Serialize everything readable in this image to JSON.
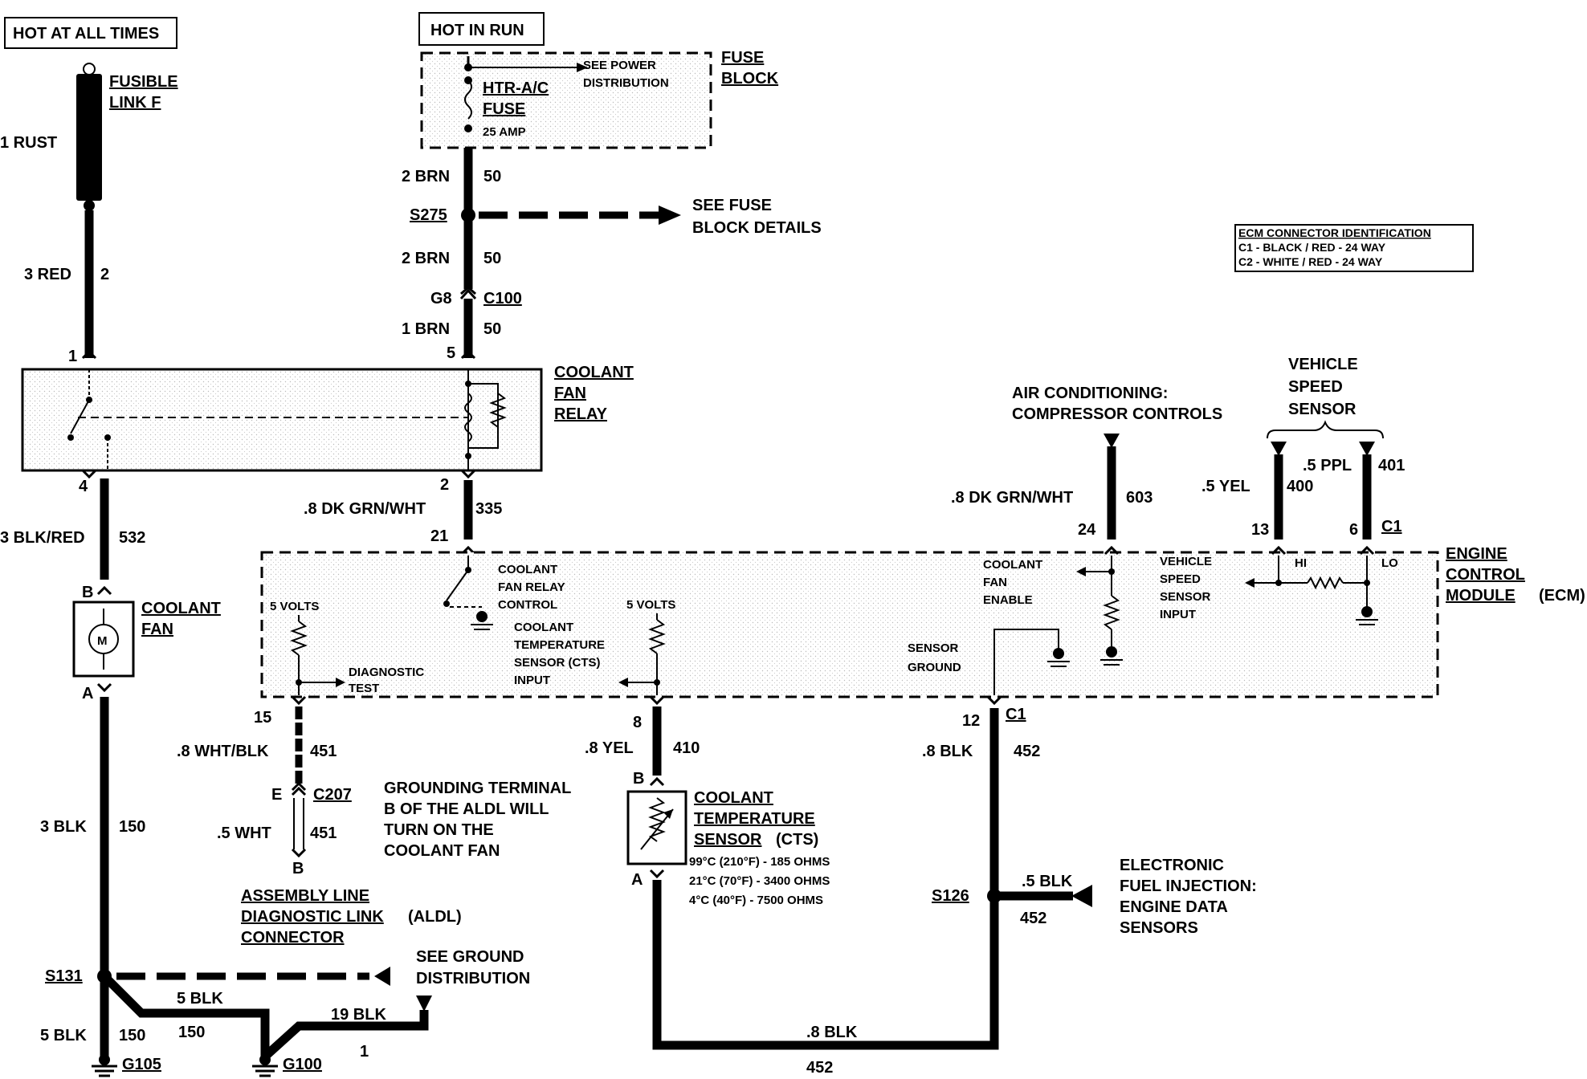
{
  "header": {
    "hot_at_all_times": "HOT AT ALL TIMES",
    "hot_in_run": "HOT IN RUN"
  },
  "fusible_link": {
    "name1": "FUSIBLE",
    "name2": "LINK F",
    "wire": "1 RUST"
  },
  "fuse_block": {
    "label1": "FUSE",
    "label2": "BLOCK",
    "see1": "SEE POWER",
    "see2": "DISTRIBUTION",
    "fuse1": "HTR-A/C",
    "fuse2": "FUSE",
    "amp": "25 AMP"
  },
  "wires": {
    "w2brn_a": "2 BRN",
    "c50_a": "50",
    "splice_s275": "S275",
    "see_fuse_1": "SEE FUSE",
    "see_fuse_2": "BLOCK DETAILS",
    "w2brn_b": "2 BRN",
    "c50_b": "50",
    "g8": "G8",
    "c100": "C100",
    "w1brn": "1 BRN",
    "c50_c": "50",
    "w3red": "3 RED",
    "c2": "2",
    "pin1": "1",
    "pin5": "5",
    "pin4": "4",
    "pin2": "2",
    "w3blkred": "3 BLK/RED",
    "c532": "532",
    "w8dkgrnwht": ".8 DK GRN/WHT",
    "c335": "335",
    "pin21": "21",
    "pin_b_fan": "B",
    "pin_a_fan": "A",
    "w3blk": "3 BLK",
    "c150": "150",
    "pin15": "15",
    "w8whtblk": ".8 WHT/BLK",
    "c451": "451",
    "pin_e": "E",
    "c207": "C207",
    "w5wht": ".5 WHT",
    "c451b": "451",
    "pin_b_aldl": "B",
    "pin8": "8",
    "w8yel": ".8 YEL",
    "c410": "410",
    "pin_b_cts": "B",
    "pin_a_cts": "A",
    "pin12": "12",
    "c1_bottom": "C1",
    "w8blk_452": ".8 BLK",
    "c452": "452",
    "s126": "S126",
    "w5blk_s126": ".5 BLK",
    "c452b": "452",
    "w8blk_bottom": ".8 BLK",
    "c452c": "452",
    "s131": "S131",
    "w5blk_a": "5 BLK",
    "c150b": "150",
    "w5blk_b": "5 BLK",
    "c150c": "150",
    "w19blk": "19 BLK",
    "c1wire": "1",
    "g105": "G105",
    "g100": "G100",
    "w8dkgrnwht_603": ".8 DK GRN/WHT",
    "c603": "603",
    "pin24": "24",
    "w5yel": ".5 YEL",
    "c400": "400",
    "w5ppl": ".5 PPL",
    "c401": "401",
    "pin13": "13",
    "pin6": "6",
    "c1_top": "C1"
  },
  "coolant_fan_relay": {
    "l1": "COOLANT",
    "l2": "FAN",
    "l3": "RELAY"
  },
  "coolant_fan": {
    "l1": "COOLANT",
    "l2": "FAN",
    "motor": "M"
  },
  "ecm": {
    "l1": "ENGINE",
    "l2": "CONTROL",
    "l3": "MODULE",
    "l3b": "(ECM)",
    "five_volts_a": "5 VOLTS",
    "five_volts_b": "5 VOLTS",
    "diag1": "DIAGNOSTIC",
    "diag2": "TEST",
    "relay_ctrl1": "COOLANT",
    "relay_ctrl2": "FAN RELAY",
    "relay_ctrl3": "CONTROL",
    "cts1": "COOLANT",
    "cts2": "TEMPERATURE",
    "cts3": "SENSOR (CTS)",
    "cts4": "INPUT",
    "sg1": "SENSOR",
    "sg2": "GROUND",
    "fan_en1": "COOLANT",
    "fan_en2": "FAN",
    "fan_en3": "ENABLE",
    "vss1": "VEHICLE",
    "vss2": "SPEED",
    "vss3": "SENSOR",
    "vss4": "INPUT",
    "hi": "HI",
    "lo": "LO"
  },
  "ecm_id": {
    "title": "ECM CONNECTOR IDENTIFICATION",
    "c1": "C1 - BLACK / RED - 24 WAY",
    "c2": "C2 - WHITE / RED - 24 WAY"
  },
  "ac": {
    "l1": "AIR CONDITIONING:",
    "l2": "COMPRESSOR CONTROLS"
  },
  "vss": {
    "l1": "VEHICLE",
    "l2": "SPEED",
    "l3": "SENSOR"
  },
  "aldl": {
    "l1": "ASSEMBLY LINE",
    "l2a": "DIAGNOSTIC LINK",
    "l2b": "(ALDL)",
    "l3": "CONNECTOR"
  },
  "note": {
    "l1": "GROUNDING TERMINAL",
    "l2": "B OF THE ALDL WILL",
    "l3": "TURN ON THE",
    "l4": "COOLANT FAN"
  },
  "cts_sensor": {
    "l1": "COOLANT",
    "l2": "TEMPERATURE",
    "l3": "SENSOR",
    "l3b": "(CTS)",
    "r1": "99°C (210°F) - 185 OHMS",
    "r2": "21°C (70°F) - 3400 OHMS",
    "r3": "4°C (40°F) - 7500 OHMS"
  },
  "efi": {
    "l1": "ELECTRONIC",
    "l2": "FUEL INJECTION:",
    "l3": "ENGINE DATA",
    "l4": "SENSORS"
  },
  "ground_dist": {
    "l1": "SEE GROUND",
    "l2": "DISTRIBUTION"
  }
}
